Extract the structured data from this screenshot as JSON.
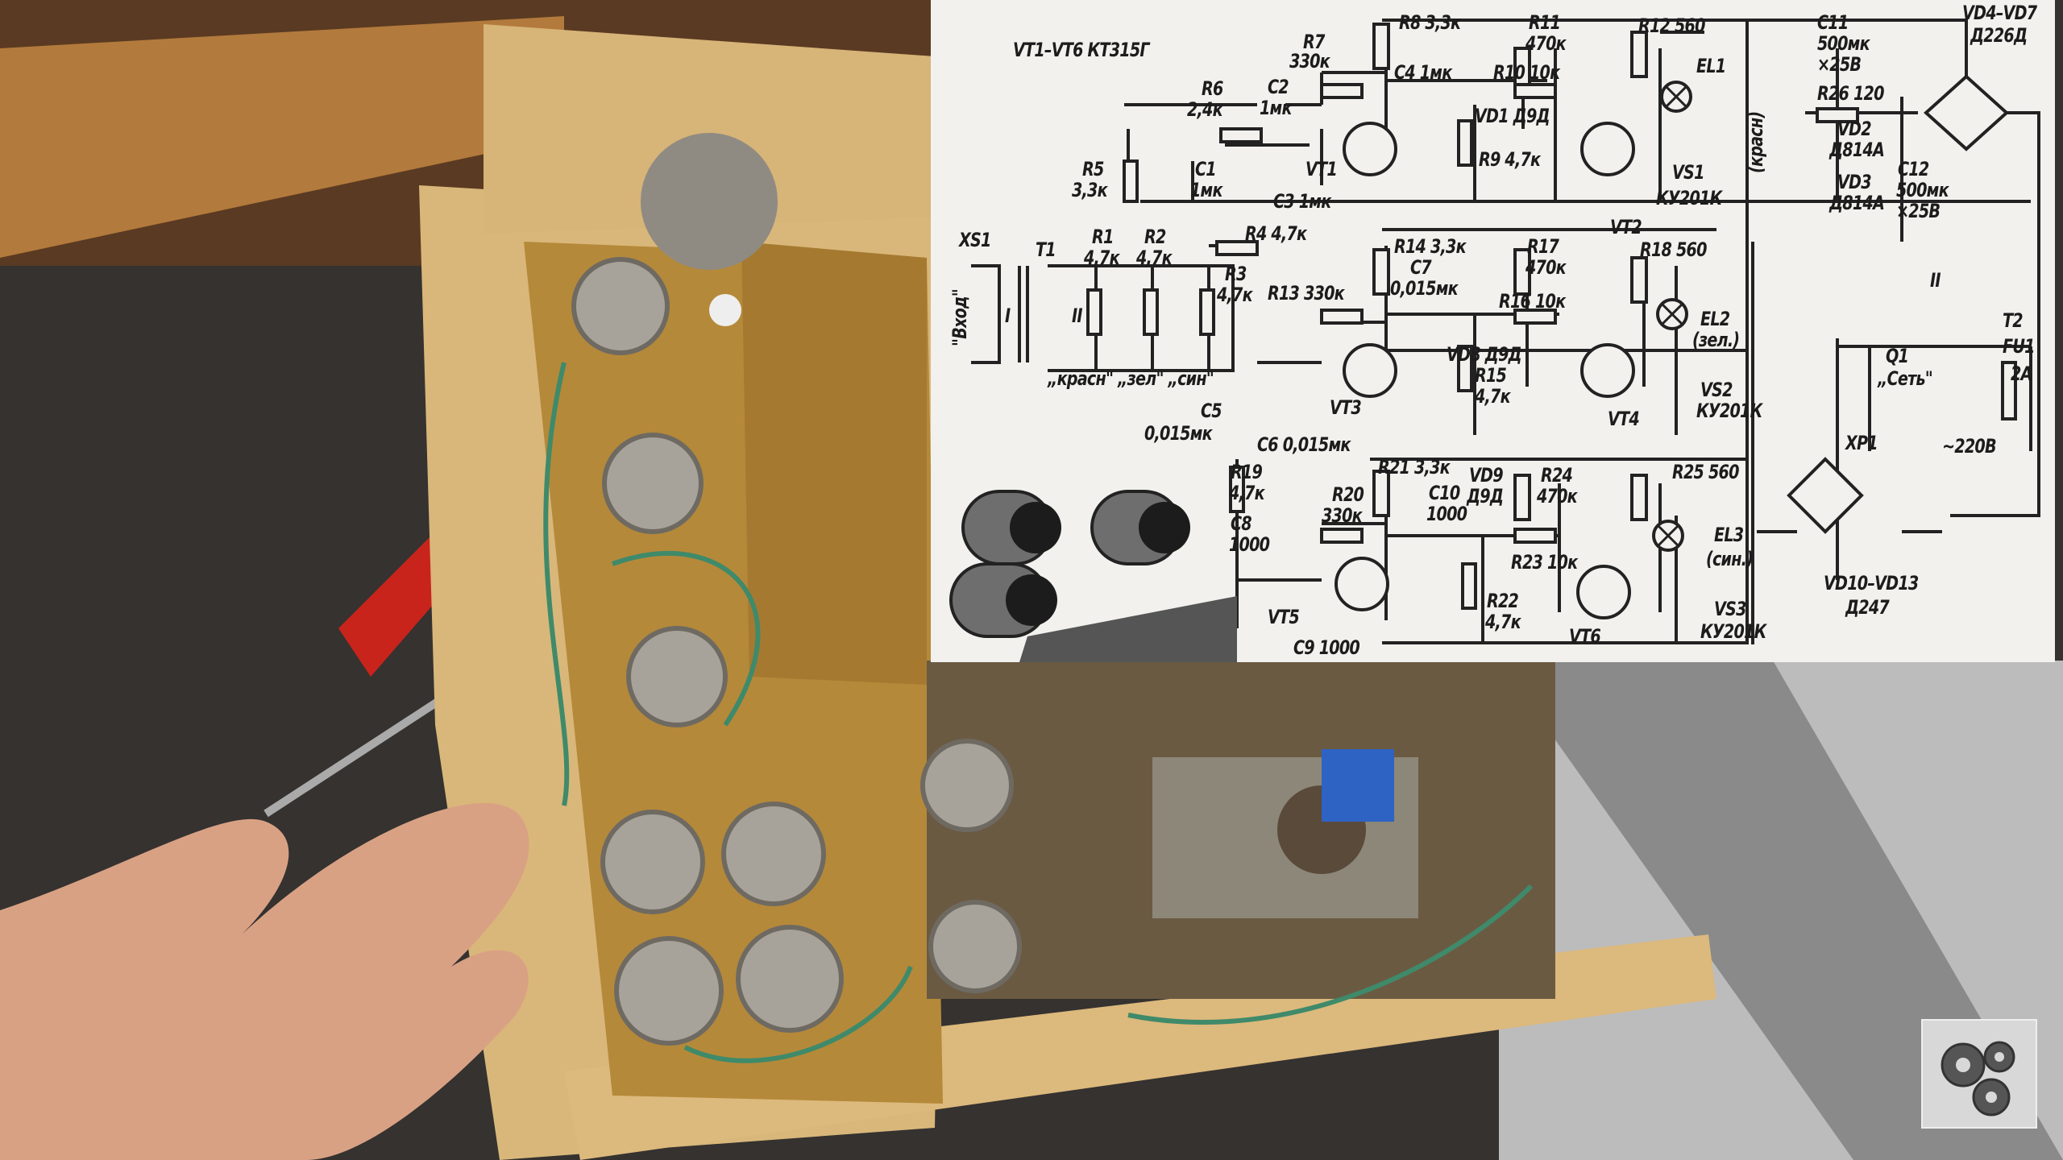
{
  "scene": {
    "description_tags": [
      "wooden-box",
      "circuit-board",
      "hand",
      "screwdriver",
      "overlay-schematic"
    ]
  },
  "schematic": {
    "title": "VT1–VT6 КТ315Г",
    "labels": {
      "r8": "R8 3,3к",
      "r7": "R7",
      "r7v": "330к",
      "r11": "R11",
      "r11v": "470к",
      "r12": "R12 560",
      "c11": "C11",
      "c11v": "500мк",
      "c11u": "×25В",
      "vd47": "VD4–VD7",
      "vd47v": "Д226Д",
      "r6": "R6",
      "r6v": "2,4к",
      "c2": "C2",
      "c2v": "1мк",
      "c4": "C4 1мк",
      "r10": "R10 10к",
      "el1": "EL1",
      "el1c": "(красн)",
      "r26": "R26 120",
      "vd1": "VD1 Д9Д",
      "r5": "R5",
      "r5v": "3,3к",
      "c1": "C1",
      "c1v": "1мк",
      "vt1": "VT1",
      "r9": "R9 4,7к",
      "vt2": "VT2",
      "vs1": "VS1",
      "vs1v": "КУ201К",
      "vd2": "VD2",
      "vd2v": "Д814А",
      "vd3": "VD3",
      "vd3v": "Д814А",
      "c12": "C12",
      "c12v": "500мк",
      "c12u": "×25В",
      "c3": "C3 1мк",
      "xs1": "XS1",
      "vhod": "\"Вход\"",
      "t1": "T1",
      "w1": "I",
      "w2": "II",
      "r1": "R1",
      "r1v": "4,7к",
      "r2": "R2",
      "r2v": "4,7к",
      "r4": "R4 4,7к",
      "r3": "R3",
      "r3v": "4,7к",
      "r14": "R14 3,3к",
      "c7": "C7",
      "c7v": "0,015мк",
      "r17": "R17",
      "r17v": "470к",
      "r18": "R18 560",
      "r13": "R13 330к",
      "r16": "R16 10к",
      "el2": "EL2",
      "el2c": "(зел.)",
      "vd8": "VD8 Д9Д",
      "r15": "R15",
      "r15v": "4,7к",
      "vt3": "VT3",
      "vt4": "VT4",
      "vs2": "VS2",
      "vs2v": "КУ201К",
      "colors": "„красн\" „зел\" „син\"",
      "c5": "C5",
      "c5v": "0,015мк",
      "c6": "C6 0,015мк",
      "t2": "T2",
      "t2w": "II",
      "q1": "Q1",
      "q1v": "„Сеть\"",
      "fu1": "FU1",
      "fu1v": "2А",
      "xp1": "XP1",
      "mains": "~220В",
      "r19": "R19",
      "r19v": "4,7к",
      "c8": "C8",
      "c8v": "1000",
      "r21": "R21 3,3к",
      "c10": "C10",
      "c10v": "1000",
      "r20": "R20",
      "r20v": "330к",
      "vd9": "VD9",
      "vd9v": "Д9Д",
      "r24": "R24",
      "r24v": "470к",
      "r25": "R25 560",
      "el3": "EL3",
      "el3c": "(син.)",
      "r23": "R23 10к",
      "r22": "R22",
      "r22v": "4,7к",
      "vt5": "VT5",
      "vt6": "VT6",
      "vs3": "VS3",
      "vs3v": "КУ201К",
      "vd1013": "VD10–VD13",
      "vd1013v": "Д247",
      "c9": "C9 1000"
    }
  },
  "logo": {
    "icon": "gears-icon"
  },
  "colors": {
    "wood": "#d9b77a",
    "pcb": "#b58a3a",
    "paper": "#f2f1ee",
    "desk": "#2f2d2b"
  }
}
